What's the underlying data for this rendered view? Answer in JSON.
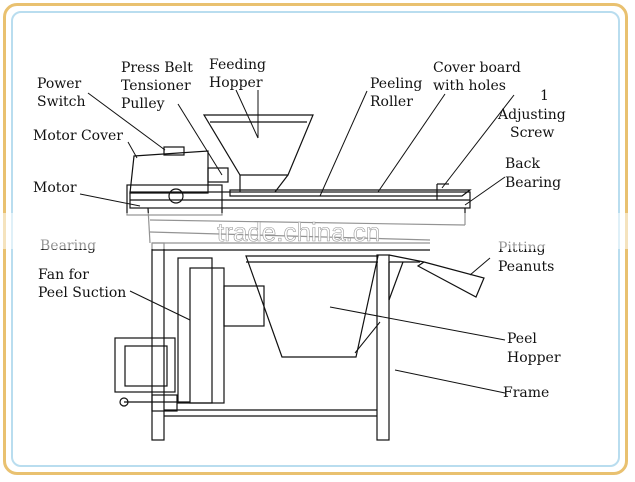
{
  "labels": {
    "power_switch": [
      "Power",
      "Switch"
    ],
    "motor_cover": "Motor Cover",
    "motor": "Motor",
    "bearing": "Bearing",
    "fan_for_peel_suction": [
      "Fan for",
      "Peel Suction"
    ],
    "press_belt_tensioner_pulley": [
      "Press Belt",
      "Tensioner",
      "Pulley"
    ],
    "feeding_hopper": [
      "Feeding",
      "Hopper"
    ],
    "peeling_roller": [
      "Peeling",
      "Roller"
    ],
    "cover_board_with_holes": [
      "Cover board",
      "with holes"
    ],
    "adjusting_screw": [
      "1",
      "Adjusting",
      "Screw"
    ],
    "back_bearing": [
      "Back",
      "Bearing"
    ],
    "pitting_peanuts": [
      "Pitting",
      "Peanuts"
    ],
    "peel_hopper": [
      "Peel",
      "Hopper"
    ],
    "frame": "Frame"
  },
  "watermark": "trade.china.cn",
  "colors": {
    "outer_border": "#e9c170",
    "inner_border": "#b9ddef",
    "ink": "#111111"
  }
}
